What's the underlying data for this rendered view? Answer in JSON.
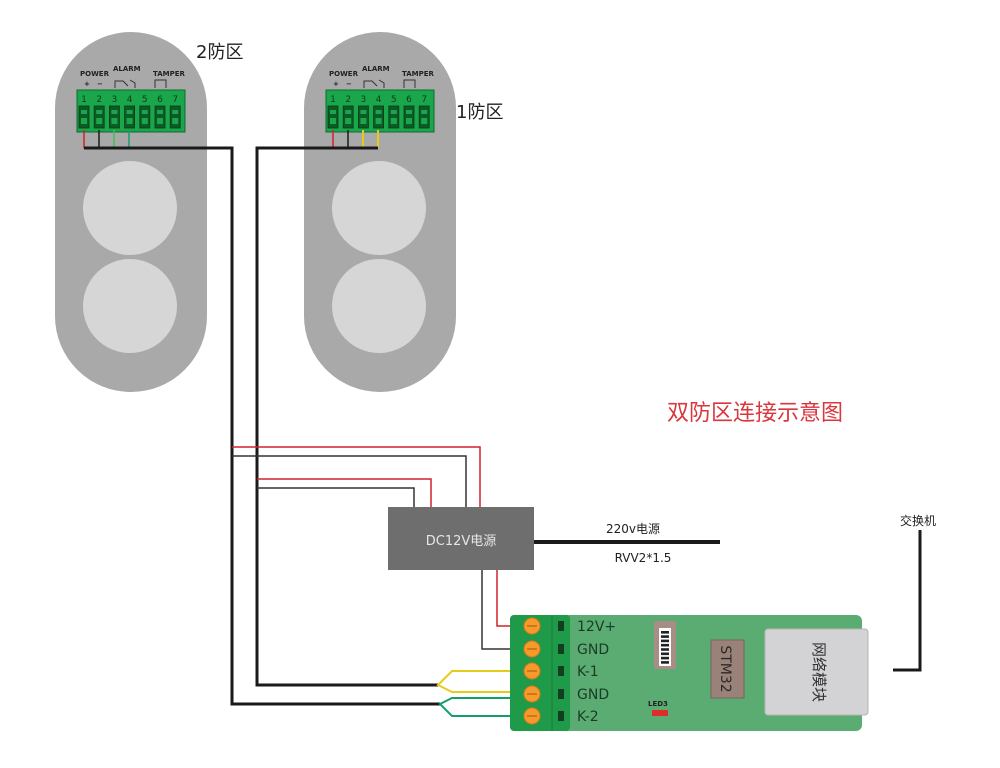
{
  "title": "双防区连接示意图",
  "colors": {
    "title": "#d9363e",
    "detector_body": "#a9a9a9",
    "lens": "#d6d6d6",
    "terminal_green": "#1aa64a",
    "psu": "#6e6e6e",
    "board": "#5aac72",
    "board_terminal": "#1f9a48",
    "screw": "#f59a2b",
    "stm32": "#9b8278",
    "net_module": "#d3d3d5",
    "led": "#e02b2b",
    "wire_black": "#1a1a1a",
    "wire_red": "#d3202a",
    "wire_yellow": "#e6cc1a",
    "wire_green": "#12a06a"
  },
  "detectors": [
    {
      "id": "zone2",
      "label": "2防区",
      "header": {
        "power": "POWER",
        "alarm": "ALARM",
        "tamper": "TAMPER",
        "plus": "+",
        "minus": "−"
      },
      "pins": [
        "1",
        "2",
        "3",
        "4",
        "5",
        "6",
        "7"
      ],
      "alarm_wire_color": "green"
    },
    {
      "id": "zone1",
      "label": "1防区",
      "header": {
        "power": "POWER",
        "alarm": "ALARM",
        "tamper": "TAMPER",
        "plus": "+",
        "minus": "−"
      },
      "pins": [
        "1",
        "2",
        "3",
        "4",
        "5",
        "6",
        "7"
      ],
      "alarm_wire_color": "yellow"
    }
  ],
  "power_supply": {
    "label": "DC12V电源",
    "input_label": "220v电源",
    "cable_label": "RVV2*1.5"
  },
  "controller": {
    "terminals": [
      "12V+",
      "GND",
      "K-1",
      "GND",
      "K-2"
    ],
    "chip_label": "STM32",
    "led_label": "LED3",
    "network_module_label": "网络模块"
  },
  "switch_label": "交换机"
}
